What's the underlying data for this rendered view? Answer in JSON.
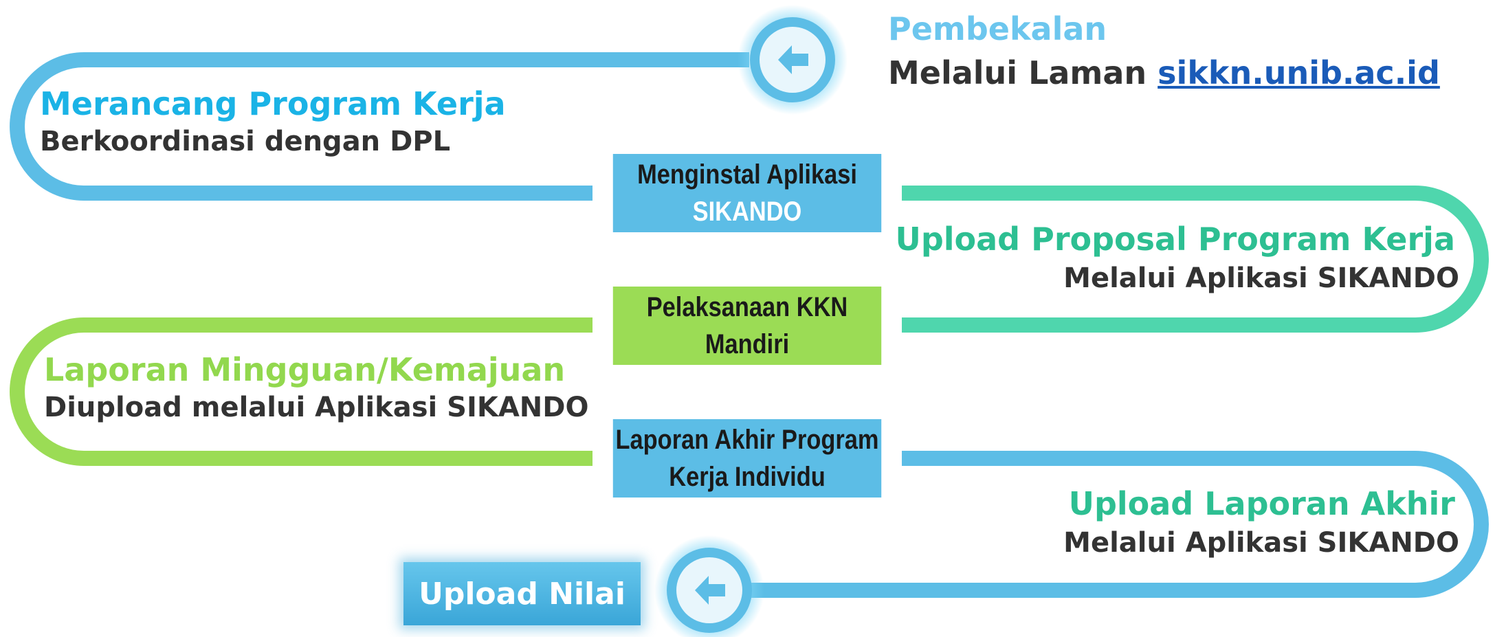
{
  "colors": {
    "blue": "#5cbde6",
    "teal": "#4fd6ad",
    "green": "#9bdc55",
    "heading_blue": "#1ab3e6",
    "heading_teal": "#2dbf92",
    "heading_green": "#92d84e",
    "heading_top": "#6cc6ee",
    "text_dark": "#333333"
  },
  "icons": {
    "start": "arrow-left-icon",
    "end": "arrow-left-icon"
  },
  "steps": [
    {
      "title": "Pembekalan",
      "sub_prefix": "Melalui Laman ",
      "link": "sikkn.unib.ac.id"
    },
    {
      "title": "Merancang Program Kerja",
      "sub": "Berkoordinasi dengan DPL"
    },
    {
      "box_line1": "Menginstal Aplikasi",
      "box_line2": "SIKANDO"
    },
    {
      "title": "Upload Proposal Program Kerja",
      "sub": "Melalui Aplikasi SIKANDO"
    },
    {
      "box_line1": "Pelaksanaan KKN",
      "box_line2": "Mandiri"
    },
    {
      "title": "Laporan Mingguan/Kemajuan",
      "sub": "Diupload melalui Aplikasi SIKANDO"
    },
    {
      "box_line1": "Laporan Akhir Program",
      "box_line2": "Kerja Individu"
    },
    {
      "title": "Upload Laporan Akhir",
      "sub": "Melalui Aplikasi SIKANDO"
    }
  ],
  "final_button": "Upload Nilai"
}
